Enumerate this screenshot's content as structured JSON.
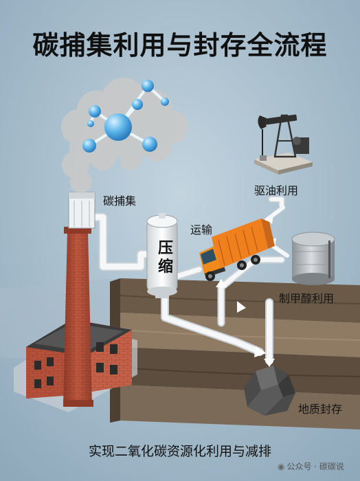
{
  "title": "碳捕集利用与封存全流程",
  "subtitle": "实现二氧化碳资源化利用与减排",
  "steps": {
    "capture": "碳捕集",
    "compression": "压缩",
    "transport": "运输",
    "oil_recovery": "驱油利用",
    "methanol": "制甲醇利用",
    "storage": "地质封存"
  },
  "watermark": {
    "text": "公众号 · 碳碳说",
    "icon": "wechat-icon"
  },
  "colors": {
    "background": "#9fb6c6",
    "brick": "#b5503a",
    "truck_cab": "#f08a1c",
    "container": "#f07f1e",
    "pipe": "#f5f7f8",
    "soil": "#6b5a47",
    "molecule": "#5ab3e8"
  }
}
